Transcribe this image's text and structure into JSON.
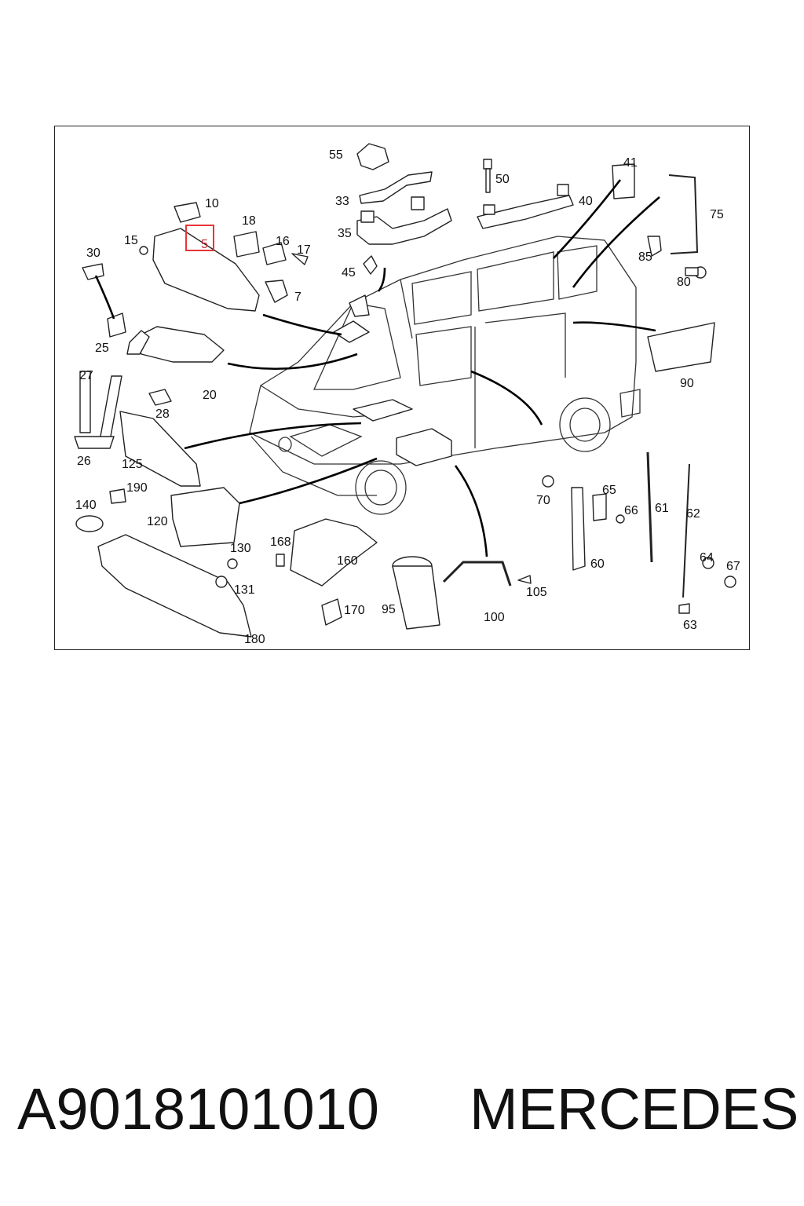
{
  "diagram": {
    "highlighted_part": "5",
    "highlight_color": "#e8343a",
    "callouts": [
      "55",
      "50",
      "41",
      "33",
      "10",
      "40",
      "75",
      "18",
      "16",
      "17",
      "15",
      "5",
      "35",
      "85",
      "30",
      "45",
      "80",
      "7",
      "25",
      "20",
      "90",
      "27",
      "28",
      "26",
      "125",
      "190",
      "70",
      "65",
      "140",
      "66",
      "61",
      "62",
      "120",
      "168",
      "160",
      "130",
      "60",
      "64",
      "67",
      "131",
      "105",
      "95",
      "170",
      "100",
      "63",
      "180"
    ]
  },
  "footer": {
    "part_number": "A9018101010",
    "brand": "MERCEDES"
  }
}
